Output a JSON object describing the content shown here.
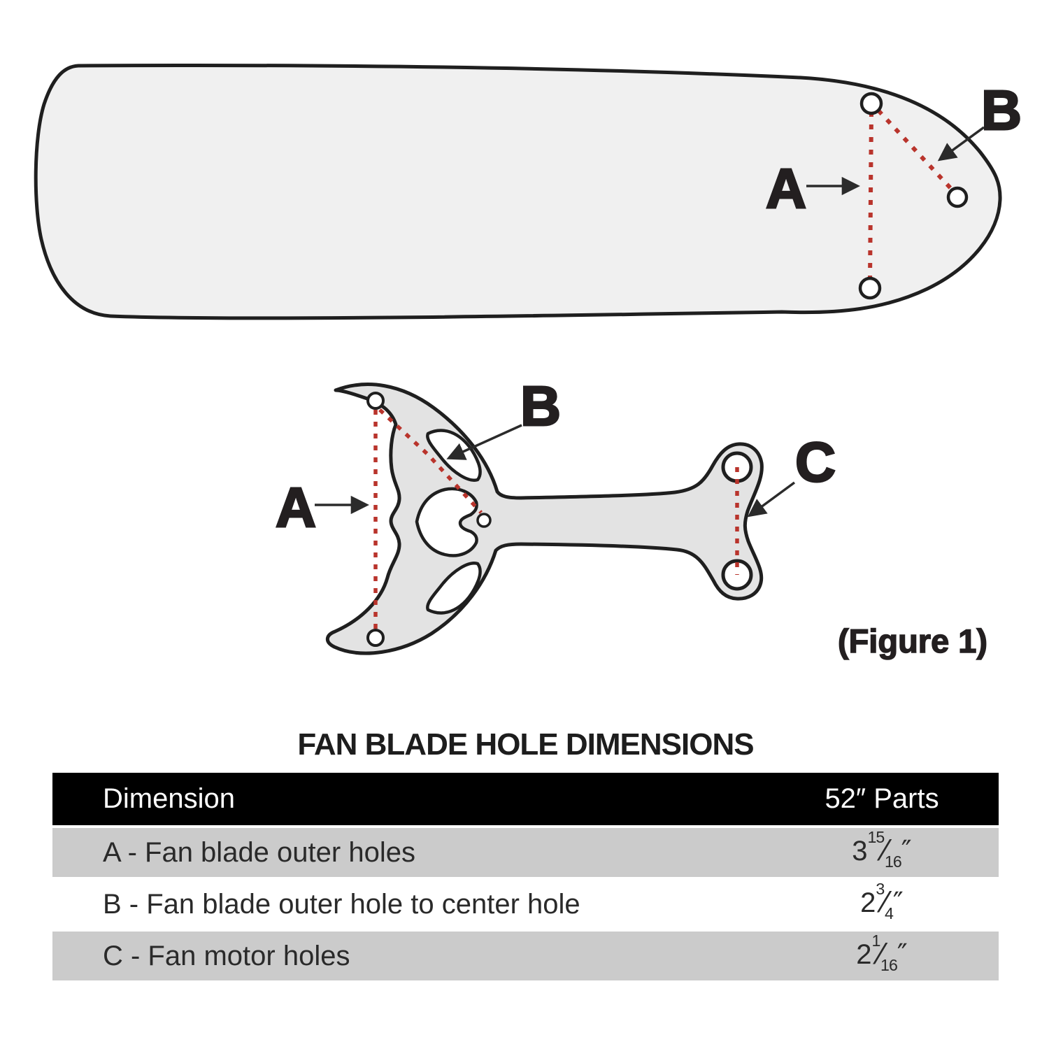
{
  "figure": {
    "caption": "(Figure 1)",
    "labels": {
      "a": "A",
      "b": "B",
      "c": "C"
    },
    "colors": {
      "blade_fill": "#f0f0f0",
      "bracket_fill": "#e3e3e3",
      "outline": "#1f1f1f",
      "dotted_red": "#b9342c",
      "arrow": "#2b2b2b",
      "label_text": "#231f20"
    }
  },
  "table": {
    "title": "FAN BLADE HOLE DIMENSIONS",
    "columns": [
      "Dimension",
      "52″ Parts"
    ],
    "frac_slash": "⁄",
    "header_bg": "#000000",
    "row_alt_bg": "#cbcbcb",
    "rows": [
      {
        "label": "A - Fan blade outer holes",
        "whole": "3",
        "num": "15",
        "den": "16",
        "unit": "″"
      },
      {
        "label": "B - Fan blade outer hole to center hole",
        "whole": "2",
        "num": "3",
        "den": "4",
        "unit": "″"
      },
      {
        "label": "C - Fan motor holes",
        "whole": "2",
        "num": "1",
        "den": "16",
        "unit": "″"
      }
    ]
  }
}
